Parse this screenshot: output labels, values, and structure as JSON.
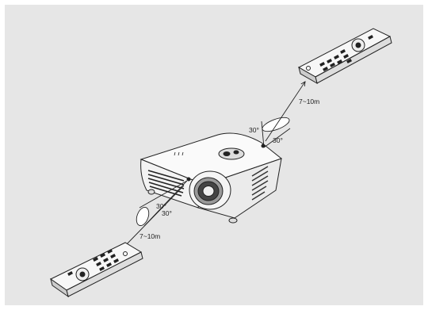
{
  "diagram": {
    "remote_top": {
      "distance_label": "7~10m",
      "angle_left": "30°",
      "angle_right": "30°"
    },
    "remote_bottom": {
      "distance_label": "7~10m",
      "angle_top": "30°",
      "angle_bottom": "30°"
    }
  },
  "colors": {
    "background": "#e6e6e6",
    "stroke": "#222222",
    "fill": "#ffffff"
  }
}
